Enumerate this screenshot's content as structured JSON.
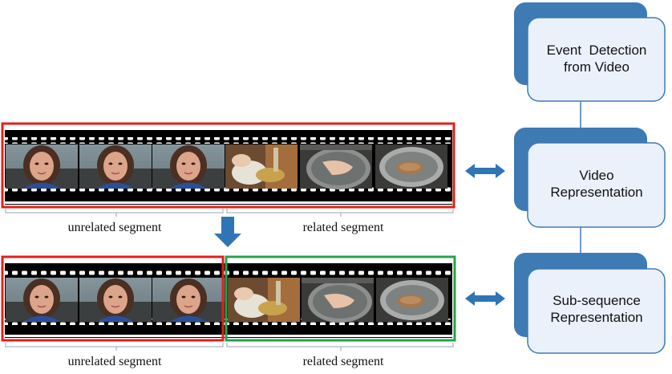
{
  "pipeline": {
    "stage1": {
      "line1": "Event  Detection",
      "line2": "from Video"
    },
    "stage2": {
      "line1": "Video",
      "line2": "Representation"
    },
    "stage3": {
      "line1": "Sub-sequence",
      "line2": "Representation"
    }
  },
  "strips": {
    "top": {
      "left_label": "unrelated  segment",
      "right_label": "related  segment",
      "frames": [
        "face",
        "face",
        "face",
        "hands-bread",
        "hands-pan",
        "bread-in-pan"
      ]
    },
    "bottom": {
      "left_label": "unrelated  segment",
      "right_label": "related  segment",
      "frames": [
        "face",
        "face",
        "face",
        "hands-bread",
        "hands-pan",
        "bread-in-pan"
      ]
    }
  },
  "colors": {
    "unrelated_frame": "#e0201c",
    "related_frame": "#27a24c",
    "box_back": "#3e7bb5",
    "box_front_fill": "#eaf1fa",
    "box_front_border": "#3e7bb5",
    "arrow": "#2e75b6",
    "connector": "#3e7bb5"
  },
  "icons": {
    "down_arrow": "arrow-down-icon",
    "double_arrow": "double-arrow-icon"
  }
}
